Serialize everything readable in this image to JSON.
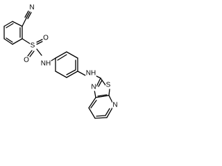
{
  "molecule": {
    "labels": {
      "nitrile_n": "N",
      "sulfur": "S",
      "oxygen_upper": "O",
      "oxygen_lower": "O",
      "sulfonamide_nh": "NH",
      "amine_nh": "NH",
      "thiazole_s": "S",
      "thiazole_n": "N",
      "pyridine_n": "N"
    }
  }
}
